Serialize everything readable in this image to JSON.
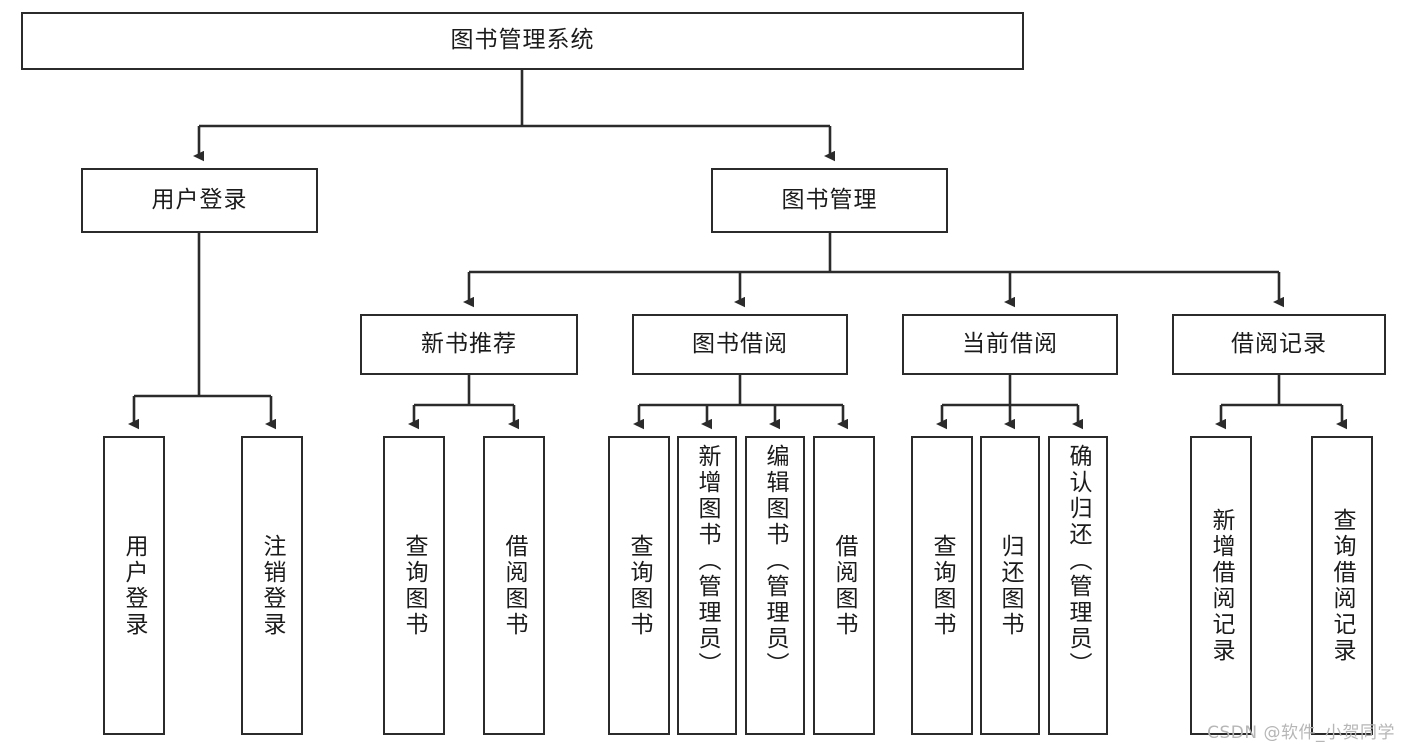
{
  "diagram": {
    "title": "图书管理系统",
    "type": "tree-hierarchy-chart",
    "style": {
      "border_color": "#2b2b2b",
      "fill_color": "#ffffff",
      "text_color": "#1b1b1b",
      "background": "#ffffff"
    },
    "root": {
      "label": "图书管理系统"
    },
    "level2": [
      {
        "label": "用户登录"
      },
      {
        "label": "图书管理"
      }
    ],
    "level3": [
      {
        "label": "新书推荐"
      },
      {
        "label": "图书借阅"
      },
      {
        "label": "当前借阅"
      },
      {
        "label": "借阅记录"
      }
    ],
    "leaves": {
      "user_login": [
        {
          "label": "用户登录"
        },
        {
          "label": "注销登录"
        }
      ],
      "new_book_recommend": [
        {
          "label": "查询图书"
        },
        {
          "label": "借阅图书"
        }
      ],
      "book_borrow": [
        {
          "label": "查询图书"
        },
        {
          "label": "新增图书（管理员）"
        },
        {
          "label": "编辑图书（管理员）"
        },
        {
          "label": "借阅图书"
        }
      ],
      "current_borrow": [
        {
          "label": "查询图书"
        },
        {
          "label": "归还图书"
        },
        {
          "label": "确认归还（管理员）"
        }
      ],
      "borrow_record": [
        {
          "label": "新增借阅记录"
        },
        {
          "label": "查询借阅记录"
        }
      ]
    }
  },
  "watermark": {
    "text": "CSDN @软件_小贺同学"
  }
}
